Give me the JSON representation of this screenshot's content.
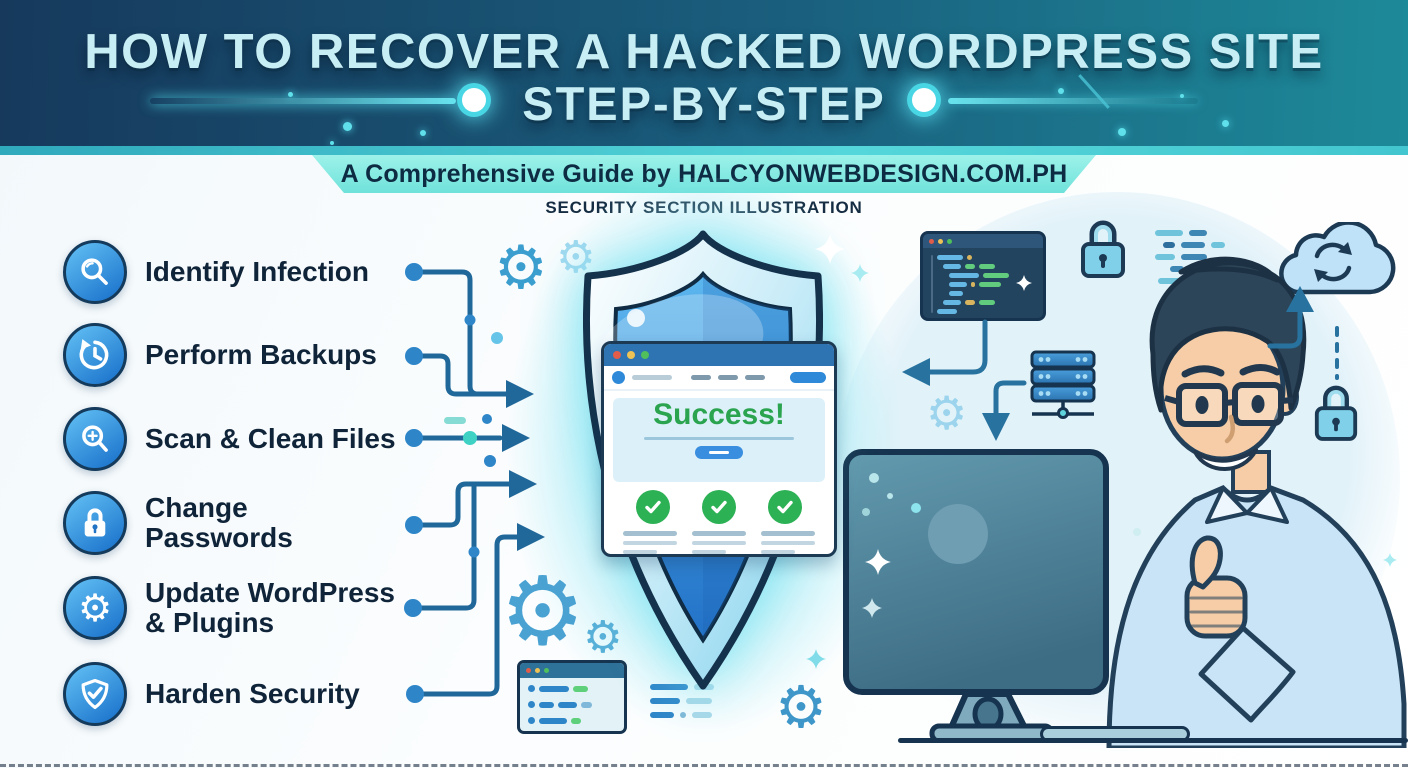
{
  "header": {
    "title_line1": "HOW TO RECOVER A HACKED WORDPRESS SITE",
    "title_line2": "STEP-BY-STEP",
    "banner_text": "A Comprehensive Guide by HALCYONWEBDESIGN.COM.PH",
    "section_label": "SECURITY SECTION ILLUSTRATION"
  },
  "steps": [
    {
      "label": "Identify Infection",
      "icon": "search-icon"
    },
    {
      "label": "Perform Backups",
      "icon": "backup-restore-icon"
    },
    {
      "label": "Scan & Clean Files",
      "icon": "scan-files-icon"
    },
    {
      "label": "Change Passwords",
      "icon": "padlock-icon"
    },
    {
      "label": "Update WordPress & Plugins",
      "icon": "update-gear-icon"
    },
    {
      "label": "Harden Security",
      "icon": "shield-check-icon"
    }
  ],
  "illustration": {
    "browser_headline": "Success!",
    "success_checks_count": 3,
    "decor_icons": [
      "gear-icon",
      "padlock-icon",
      "cloud-sync-icon",
      "server-stack-icon",
      "code-window-icon",
      "browser-window-icon",
      "monitor-icon",
      "person-thumbs-up-icon",
      "sparkle-icon"
    ]
  },
  "glyphs": {
    "gear": "⚙"
  },
  "colors": {
    "header_gradient_left": "#16395c",
    "header_gradient_right": "#1d8a99",
    "title_text": "#c7eef4",
    "banner_bg": "#7fe8e0",
    "banner_text": "#0d2b42",
    "step_icon_blue": "#2e86c8",
    "connector_blue": "#20679a",
    "success_green": "#2aa44e",
    "check_green": "#2db155",
    "shield_blue": "#2d7fd6",
    "outline_navy": "#16344f"
  }
}
